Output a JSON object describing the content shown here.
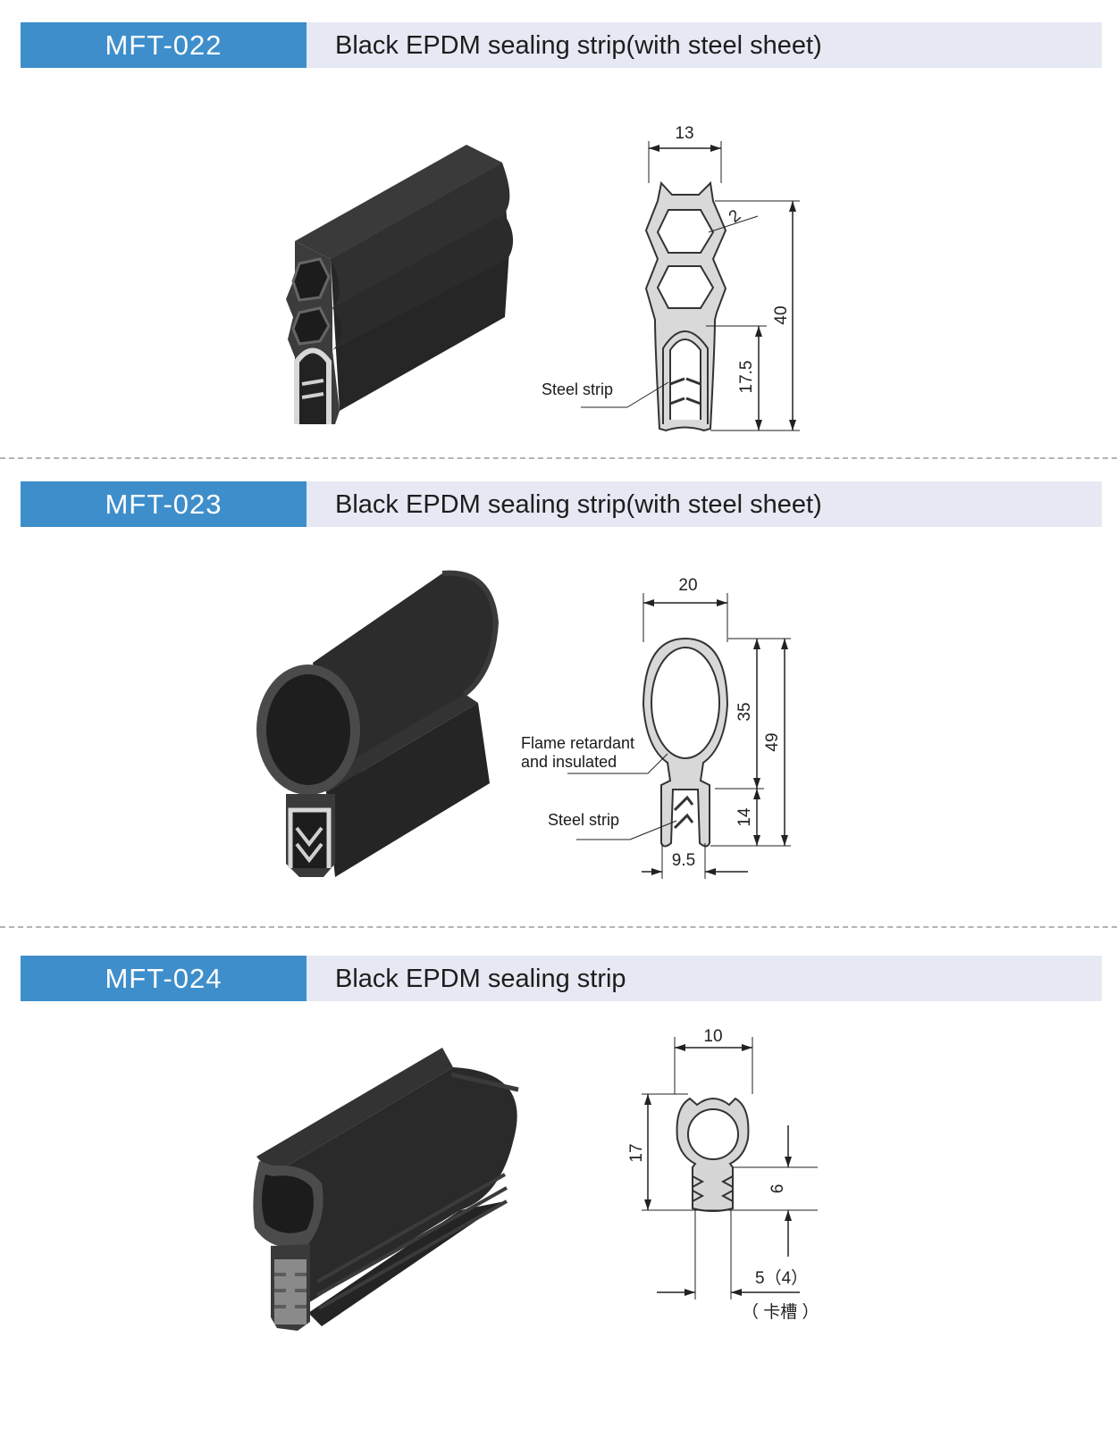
{
  "products": [
    {
      "code": "MFT-022",
      "title": "Black EPDM sealing strip(with steel sheet)",
      "drawing": {
        "dim_width": "13",
        "dim_wall": "2",
        "dim_height": "40",
        "dim_clip": "17.5",
        "label_steel": "Steel strip"
      }
    },
    {
      "code": "MFT-023",
      "title": "Black EPDM sealing strip(with steel sheet)",
      "drawing": {
        "dim_width": "20",
        "dim_bulb": "35",
        "dim_height": "49",
        "dim_clip": "14",
        "dim_clip_width": "9.5",
        "label_flame_1": "Flame retardant",
        "label_flame_2": "and insulated",
        "label_steel": "Steel strip"
      }
    },
    {
      "code": "MFT-024",
      "title": "Black EPDM sealing strip",
      "drawing": {
        "dim_width": "10",
        "dim_height": "17",
        "dim_fin": "6",
        "dim_groove": "5（4）",
        "dim_groove_note": "（ 卡槽 ）"
      }
    }
  ],
  "colors": {
    "header_accent": "#3e8ecb",
    "header_bg": "#e6e9f3",
    "rubber": "#2a2a2a",
    "steel": "#c9c9c9"
  }
}
